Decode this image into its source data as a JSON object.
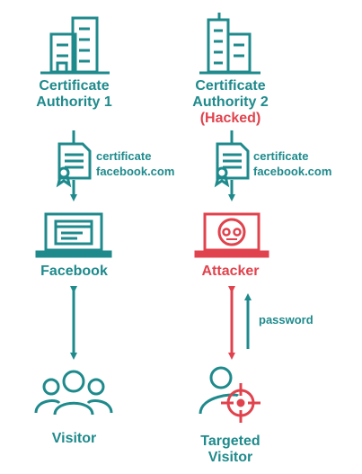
{
  "colors": {
    "teal": "#1f8a8c",
    "red": "#e0434d",
    "background": "#ffffff"
  },
  "left": {
    "authority_line1": "Certificate",
    "authority_line2": "Authority 1",
    "cert_line1": "certificate",
    "cert_line2": "facebook.com",
    "site_label": "Facebook",
    "visitor_label": "Visitor"
  },
  "right": {
    "authority_line1": "Certificate",
    "authority_line2": "Authority 2",
    "authority_status": "(Hacked)",
    "cert_line1": "certificate",
    "cert_line2": "facebook.com",
    "site_label": "Attacker",
    "password_label": "password",
    "visitor_line1": "Targeted",
    "visitor_line2": "Visitor"
  },
  "icons": [
    "building-icon",
    "certificate-icon",
    "laptop-icon",
    "robot-laptop-icon",
    "group-icon",
    "target-user-icon"
  ]
}
